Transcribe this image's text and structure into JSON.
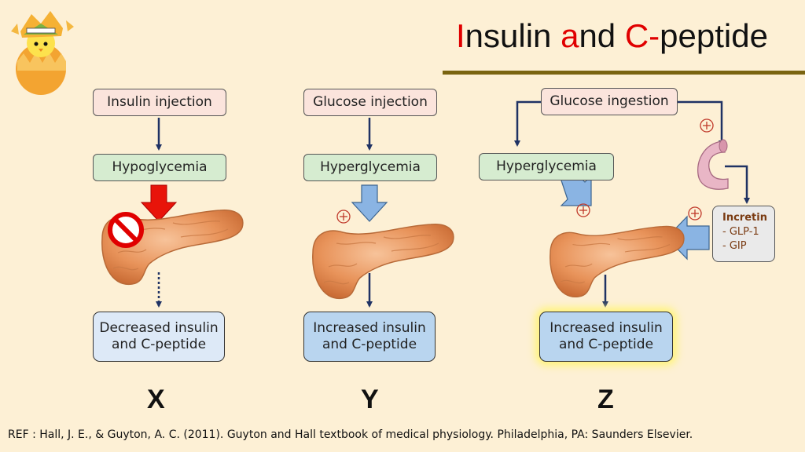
{
  "title": {
    "part1": "I",
    "part2": "nsulin ",
    "part3": "a",
    "part4": "nd ",
    "part5": "C-",
    "part6": "peptide"
  },
  "columns": [
    {
      "stimulus": "Insulin injection",
      "state": "Hypoglycemia",
      "result_line1": "Decreased insulin",
      "result_line2": "and C-peptide",
      "letter": "X"
    },
    {
      "stimulus": "Glucose injection",
      "state": "Hyperglycemia",
      "result_line1": "Increased insulin",
      "result_line2": "and C-peptide",
      "letter": "Y"
    },
    {
      "stimulus": "Glucose ingestion",
      "state": "Hyperglycemia",
      "result_line1": "Increased insulin",
      "result_line2": "and C-peptide",
      "letter": "Z"
    }
  ],
  "incretin": {
    "heading": "Incretin",
    "item1": "- GLP-1",
    "item2": "- GIP"
  },
  "reference": "REF : Hall, J. E., & Guyton, A. C. (2011). Guyton and Hall textbook of medical physiology. Philadelphia, PA: Saunders Elsevier.",
  "colors": {
    "title_accent": "#e00000",
    "rule": "#7a6410",
    "arrow_navy": "#1f3264",
    "stimulate_red": "#c0392b",
    "blocked_red": "#e00000",
    "block_arrow_blue": "#8ab4e3"
  },
  "icons": {
    "logo": "hatching-chick-logo",
    "pancreas": "pancreas-organ-icon",
    "stomach": "duodenum-icon",
    "stimulate": "plus-circle-icon",
    "blocked": "prohibited-icon"
  }
}
